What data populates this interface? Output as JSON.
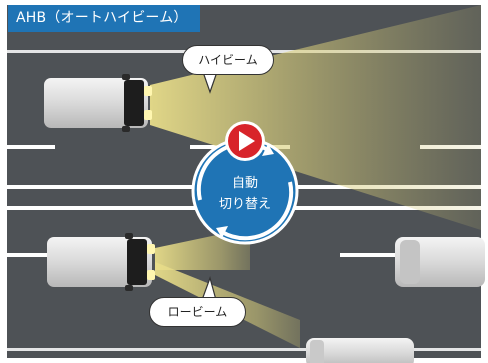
{
  "title": "AHB（オートハイビーム）",
  "high_beam_label": "ハイビーム",
  "low_beam_label": "ロービーム",
  "switch_label_line1": "自動",
  "switch_label_line2": "切り替え",
  "colors": {
    "badge": "#1f74b5",
    "road": "#555a5e",
    "lane_line": "#ffffff",
    "beam": "#e8dd8a",
    "switch_circle": "#1f74b5",
    "play_button": "#d8242a"
  }
}
